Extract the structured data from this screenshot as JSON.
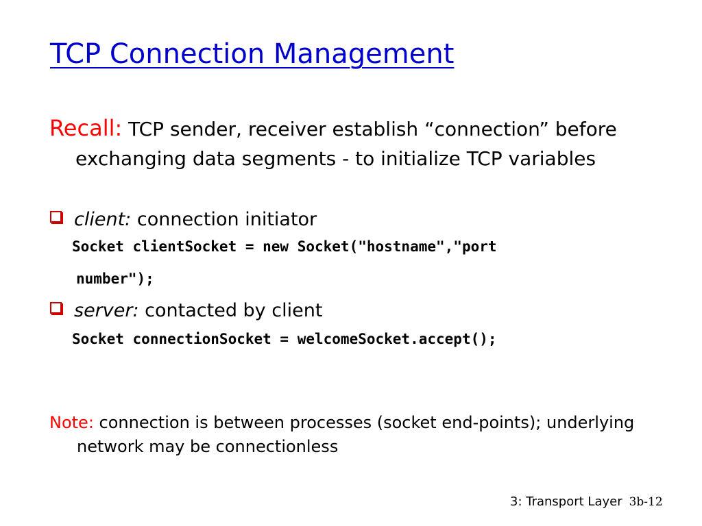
{
  "title": "TCP Connection Management",
  "recall": {
    "label": "Recall:",
    "text": "TCP sender, receiver establish “connection” before exchanging data segments - to initialize TCP variables"
  },
  "bullets": [
    {
      "term": "client:",
      "text": "connection initiator",
      "code_line1": "Socket clientSocket = new   Socket(\"hostname\",\"port",
      "code_line2": "number\");"
    },
    {
      "term": "server:",
      "text": "contacted by client",
      "code_line1": "Socket connectionSocket = welcomeSocket.accept();"
    }
  ],
  "note": {
    "label": "Note:",
    "text": "connection is between processes (socket end-points); underlying network may be connectionless"
  },
  "footer": {
    "chapter": "3: Transport Layer",
    "page": "3b-12"
  },
  "colors": {
    "title": "#0000cc",
    "accent_red": "#ff0000",
    "bullet_box": "#cc0000"
  }
}
